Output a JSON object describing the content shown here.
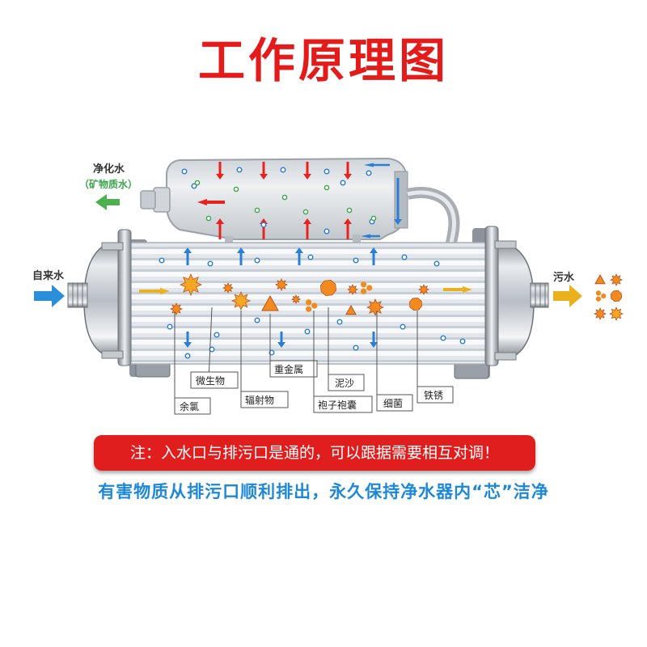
{
  "title": "工作原理图",
  "labels": {
    "purified_water": "净化水",
    "mineral_water": "（矿物质水）",
    "tap_water": "自来水",
    "waste_water": "污水"
  },
  "contaminants": [
    {
      "label": "微生物"
    },
    {
      "label": "重金属"
    },
    {
      "label": "泥沙"
    },
    {
      "label": "铁锈"
    },
    {
      "label": "余氯"
    },
    {
      "label": "辐射物"
    },
    {
      "label": "袍子袍囊"
    },
    {
      "label": "细菌"
    }
  ],
  "banner": "注：入水口与排污口是通的，可以跟据需要相互对调！",
  "footnote": "有害物质从排污口顺利排出，永久保持净水器内“芯”洁净",
  "colors": {
    "title": "#e31b1b",
    "banner": "#e01e1e",
    "footnote": "#1e88d6",
    "inlet_arrow": "#2a8fd8",
    "outlet_arrow": "#e9b21c",
    "purified_arrow": "#4caf50",
    "flow_red": "#e8231f",
    "flow_blue": "#2a7fd4"
  }
}
